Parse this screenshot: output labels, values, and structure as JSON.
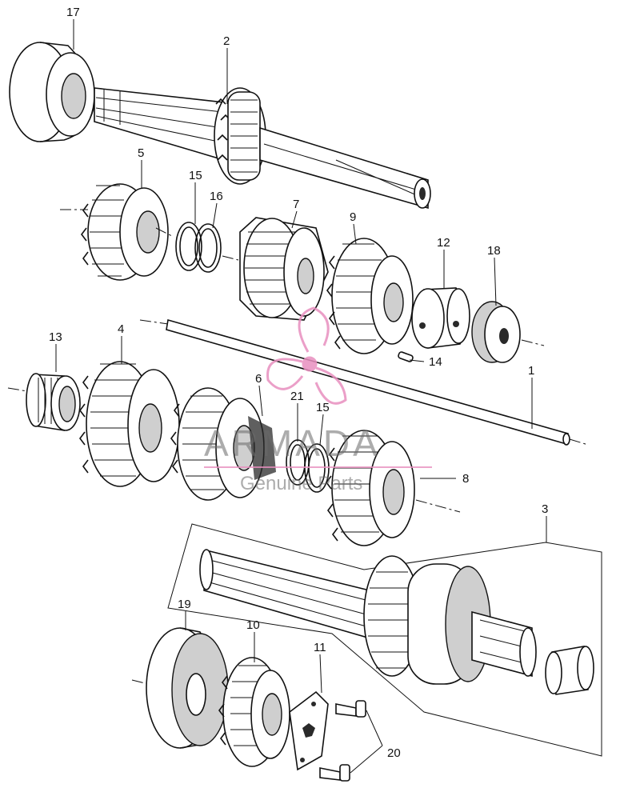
{
  "diagram": {
    "part_labels": [
      "17",
      "2",
      "5",
      "15",
      "16",
      "7",
      "9",
      "12",
      "18",
      "13",
      "4",
      "14",
      "1",
      "6",
      "21",
      "15",
      "8",
      "3",
      "19",
      "10",
      "11",
      "20"
    ]
  },
  "watermark": {
    "brand": "ARMADA",
    "tagline": "Genuine Parts",
    "color": "#e88fbf"
  }
}
